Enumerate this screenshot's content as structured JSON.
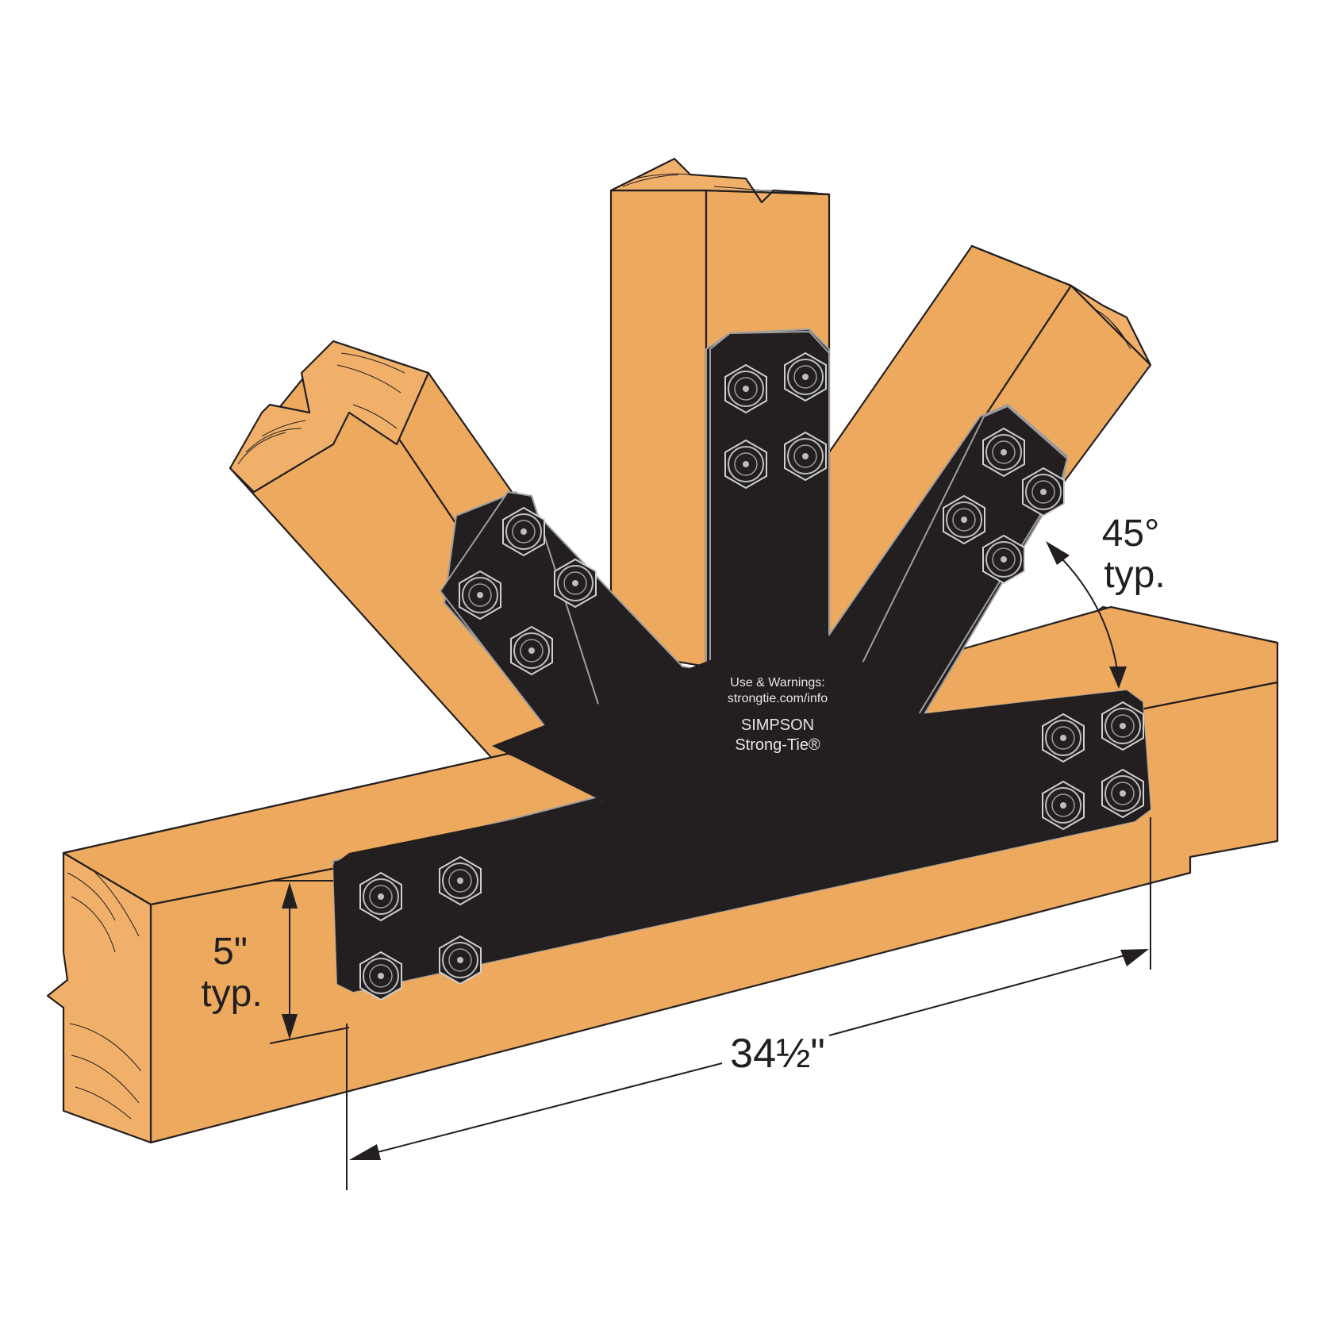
{
  "colors": {
    "wood_top": "#EDA95E",
    "wood_side": "#EDA95E",
    "wood_end": "#F0B06A",
    "outline": "#231F20",
    "plate": "#231F20",
    "plate_text": "#E8E6E4",
    "background": "#FFFFFF"
  },
  "plate": {
    "line1": "Use & Warnings:",
    "line2": "strongtie.com/info",
    "brand1": "SIMPSON",
    "brand2": "Strong-Tie®"
  },
  "dimensions": {
    "angle_value": "45°",
    "angle_note": "typ.",
    "height_value": "5\"",
    "height_note": "typ.",
    "length_value": "34½\""
  },
  "icons": {
    "bolt": "hex-bolt-icon",
    "arrow": "dimension-arrowhead-icon"
  }
}
